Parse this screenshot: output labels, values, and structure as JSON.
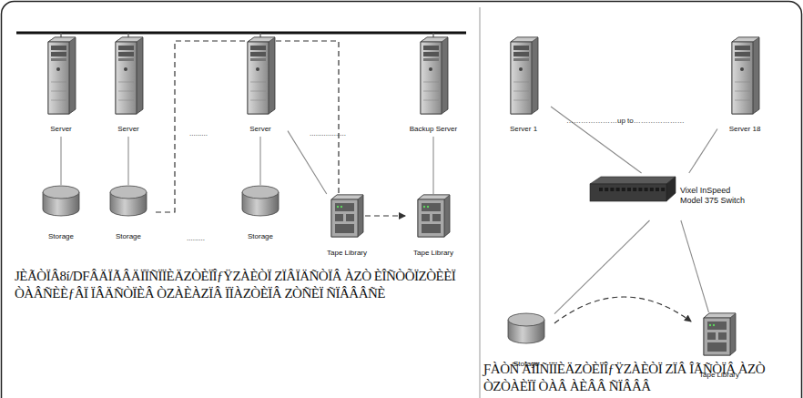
{
  "diagram": {
    "nodes": [
      {
        "text": [
          "Server"
        ]
      },
      {
        "text": [
          "Server"
        ]
      },
      {
        "text": [
          "Server"
        ]
      },
      {
        "text": [
          "Backup Server"
        ]
      },
      {
        "text": [
          "Storage"
        ]
      },
      {
        "text": [
          "Storage"
        ]
      },
      {
        "text": [
          "Storage"
        ]
      },
      {
        "text": [
          "Tape Library"
        ]
      },
      {
        "text": [
          "Tape Library"
        ]
      },
      {
        "text": [
          "Server 1"
        ]
      },
      {
        "text": [
          "Server 18"
        ]
      },
      {
        "text": [
          "Vixel InSpeed Model 375 Switch"
        ]
      },
      {
        "text": [
          "Storage"
        ]
      },
      {
        "text": [
          "Tape Library"
        ]
      }
    ],
    "edges": [
      {
        "from": 0,
        "to": 4,
        "arrow": "none"
      },
      {
        "from": 1,
        "to": 5,
        "arrow": "none"
      },
      {
        "from": 2,
        "to": 6,
        "arrow": "none"
      },
      {
        "from": 2,
        "to": 7,
        "arrow": "none"
      },
      {
        "from": 3,
        "to": 8,
        "arrow": "none"
      },
      {
        "from": 5,
        "to": 8,
        "arrow": "to"
      },
      {
        "from": 9,
        "to": 11,
        "arrow": "none"
      },
      {
        "from": 10,
        "to": 11,
        "arrow": "none"
      },
      {
        "from": 11,
        "to": 12,
        "arrow": "none"
      },
      {
        "from": 11,
        "to": 13,
        "arrow": "none"
      },
      {
        "from": 12,
        "to": 13,
        "arrow": "to"
      }
    ],
    "labels": [
      ".........",
      "..................",
      ".........",
      "…………………up to…………………",
      "JÈÃÒÏÂ8í/DFÂÄÏÃÂÄÏÏÑÏÏÈÄZÒÈÏÎƒŸZÀÈÒÏ ZÏÂÏÄÑÒÏÂ ÀZÒ ÈÎÑÒÕÏZÒÈÈÏ ÒÀÂÑÈÈƒÂÏ ÏÂÄÑÒÏÈÂ ÒZÀÈÀZÏÂ ÏÏÀZÒÈÏÂ ZÒÑÈÏ ÑÏÂÂÂÑÈ",
      "ƑÀÒÑ ÀÏÏÑÏÏÈÄZÒÈÏÎƒŸZÀÈÒÏ ZÏÂ ÎÃÑÒÏÂ ÀZÒ ÒZÒÀÈÏÏ ÒÀÂ ÀÈÂÂ ÑÏÂÂÂ"
    ]
  }
}
